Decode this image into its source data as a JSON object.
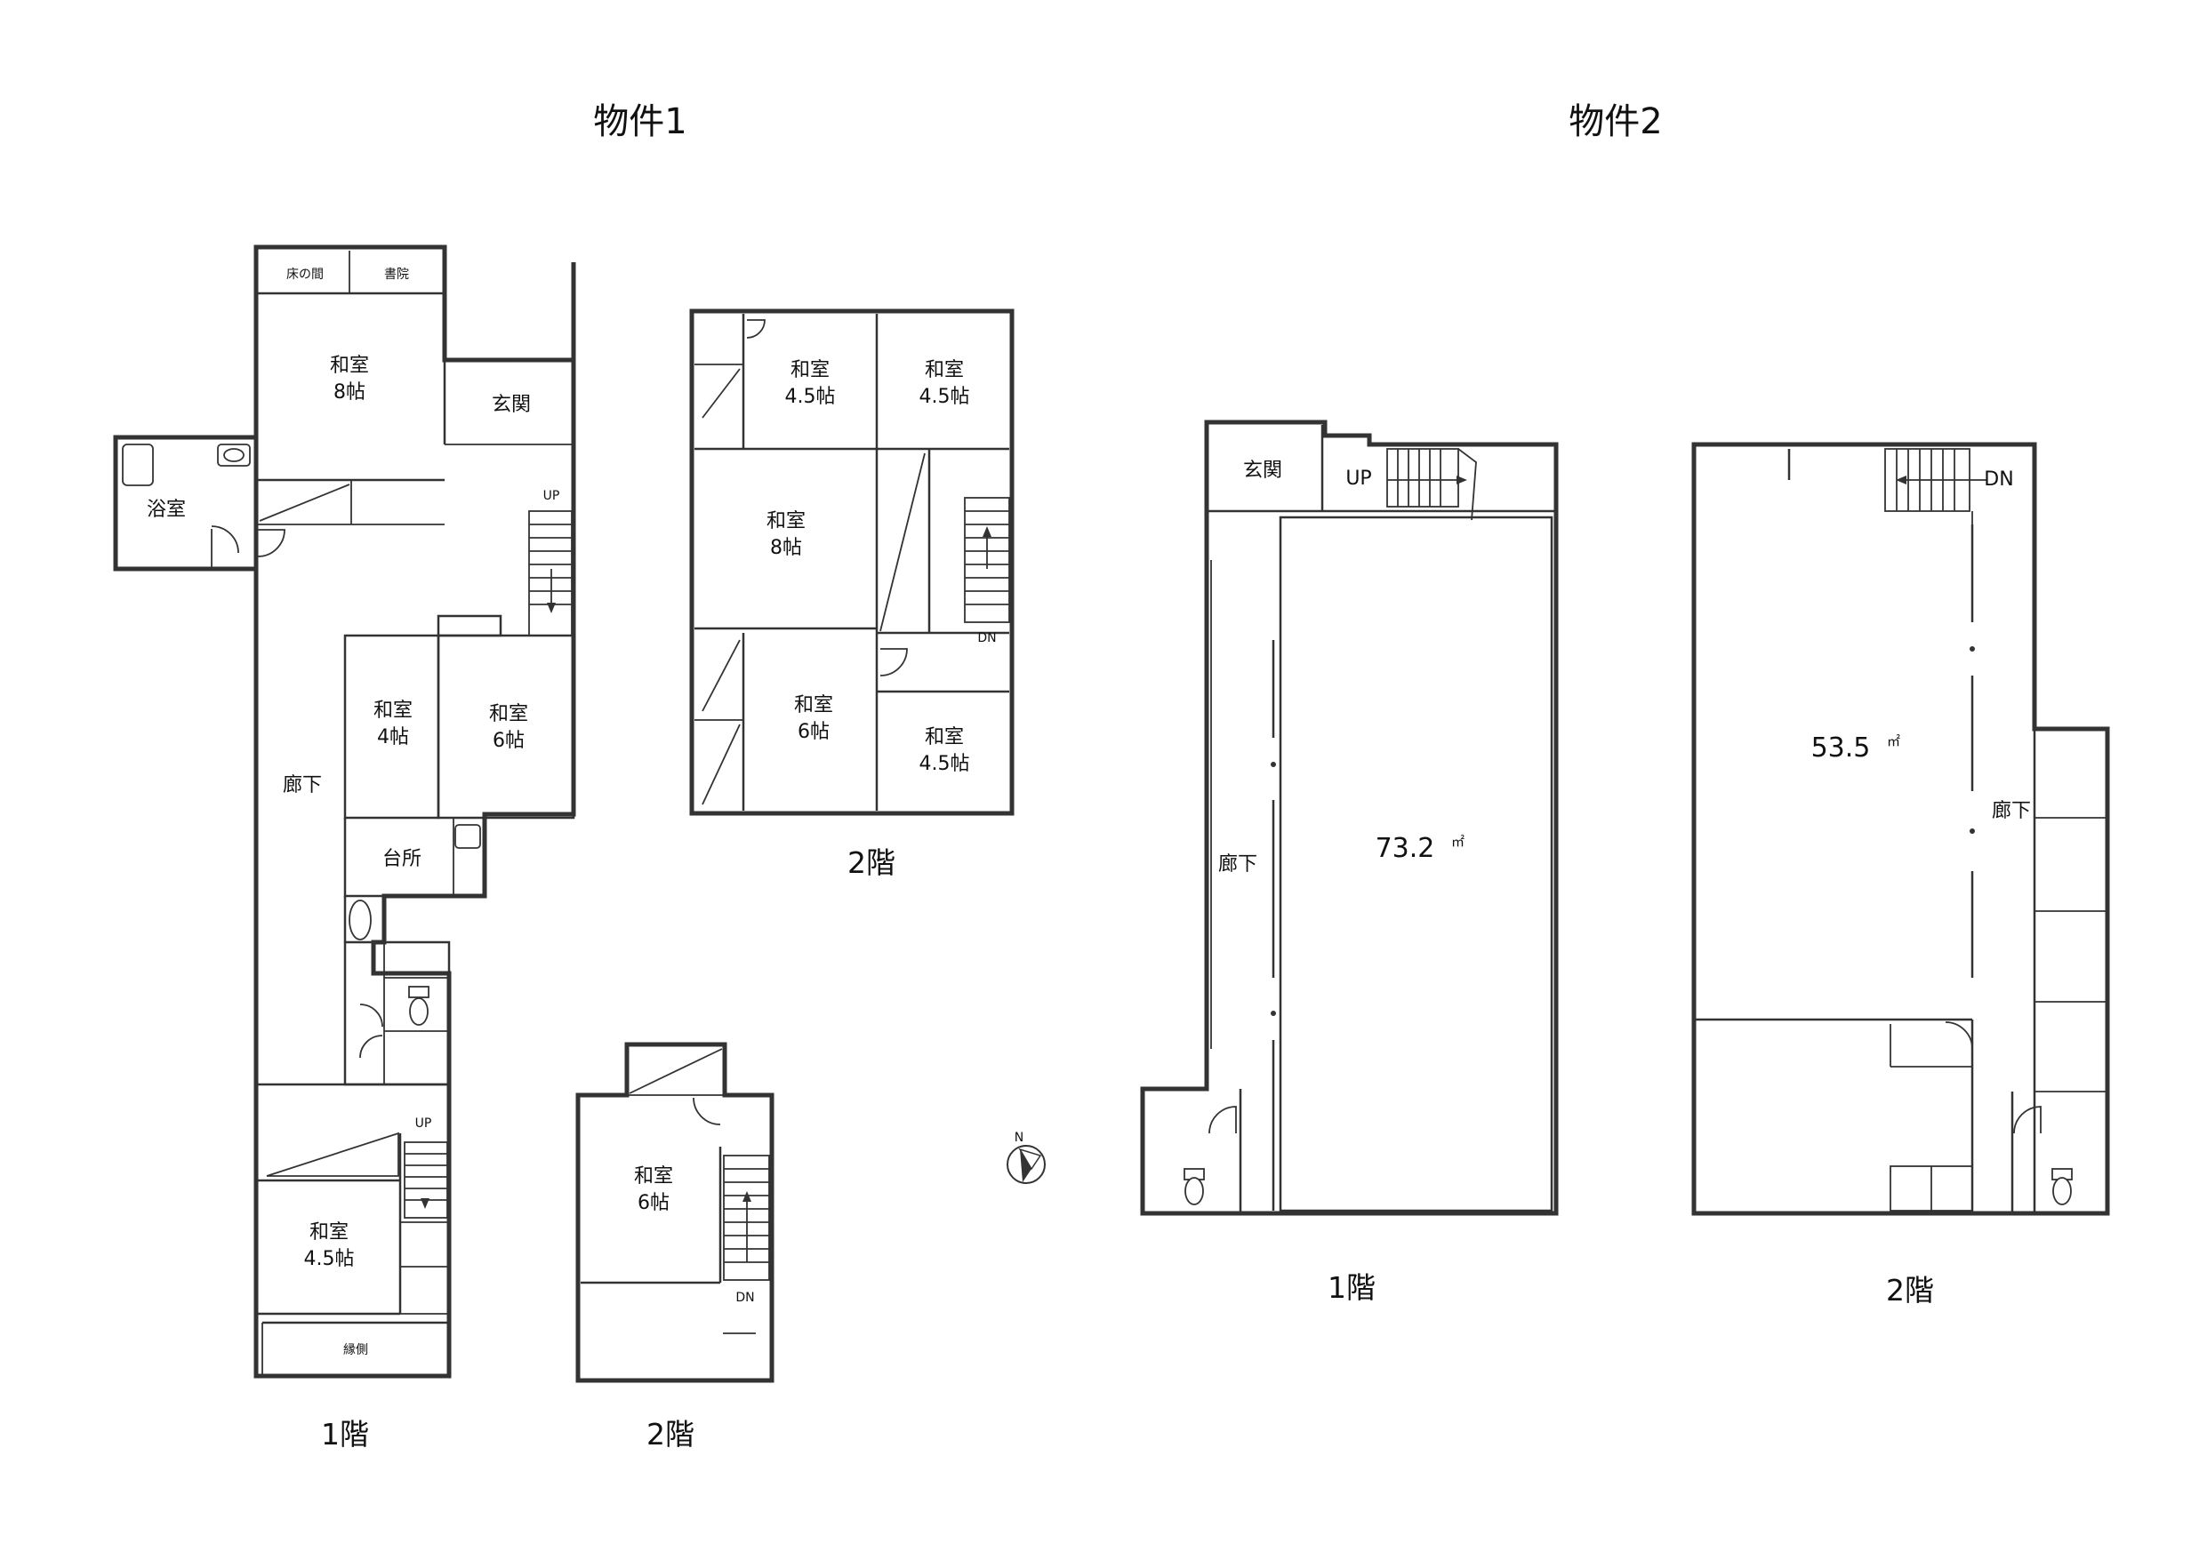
{
  "titles": {
    "property1": "物件1",
    "property2": "物件2"
  },
  "p1_f1": {
    "tokonoma": "床の間",
    "shoin": "書院",
    "washitsu8_name": "和室",
    "washitsu8_size": "8帖",
    "genkan": "玄関",
    "bath": "浴室",
    "up": "UP",
    "washitsu4_name": "和室",
    "washitsu4_size": "4帖",
    "washitsu6_name": "和室",
    "washitsu6_size": "6帖",
    "corridor": "廊下",
    "kitchen": "台所",
    "up2": "UP",
    "washitsu45_name": "和室",
    "washitsu45_size": "4.5帖",
    "engawa": "縁側",
    "floor": "1階"
  },
  "p1_f2_big": {
    "r1_name": "和室",
    "r1_size": "4.5帖",
    "r2_name": "和室",
    "r2_size": "4.5帖",
    "r3_name": "和室",
    "r3_size": "8帖",
    "r4_name": "和室",
    "r4_size": "6帖",
    "r5_name": "和室",
    "r5_size": "4.5帖",
    "dn": "DN",
    "floor": "2階"
  },
  "p1_f2_small": {
    "room_name": "和室",
    "room_size": "6帖",
    "dn": "DN",
    "floor": "2階"
  },
  "compass": {
    "north": "N"
  },
  "p2_f1": {
    "genkan": "玄関",
    "up": "UP",
    "corridor": "廊下",
    "area": "73.2",
    "area_unit": "㎡",
    "floor": "1階"
  },
  "p2_f2": {
    "dn": "DN",
    "corridor": "廊下",
    "area": "53.5",
    "area_unit": "㎡",
    "floor": "2階"
  }
}
